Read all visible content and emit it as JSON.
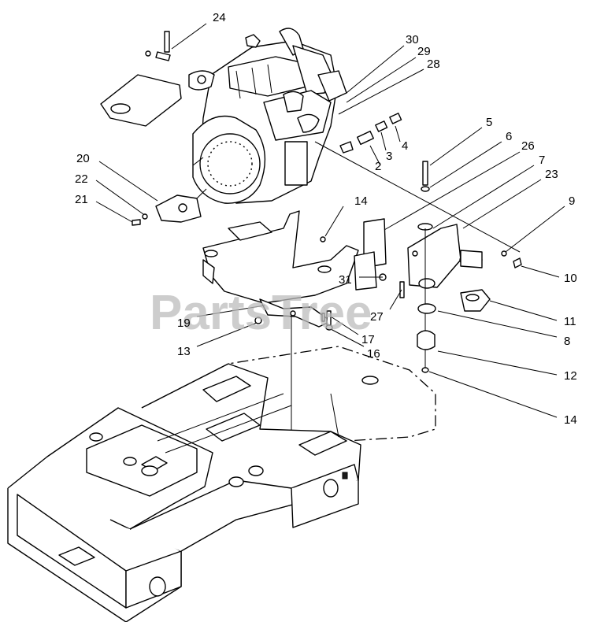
{
  "watermark": "PartsTree",
  "callouts": {
    "c1": "24",
    "c2": "30",
    "c3": "29",
    "c4": "28",
    "c5": "5",
    "c6": "6",
    "c7": "26",
    "c8": "7",
    "c9": "23",
    "c10": "9",
    "c11": "10",
    "c12": "11",
    "c13": "8",
    "c14": "12",
    "c15": "14",
    "c16": "4",
    "c17": "3",
    "c18": "2",
    "c19": "20",
    "c20": "22",
    "c21": "21",
    "c22": "14",
    "c23": "31",
    "c24": "27",
    "c25": "19",
    "c26": "13",
    "c27": "17",
    "c28": "16"
  }
}
